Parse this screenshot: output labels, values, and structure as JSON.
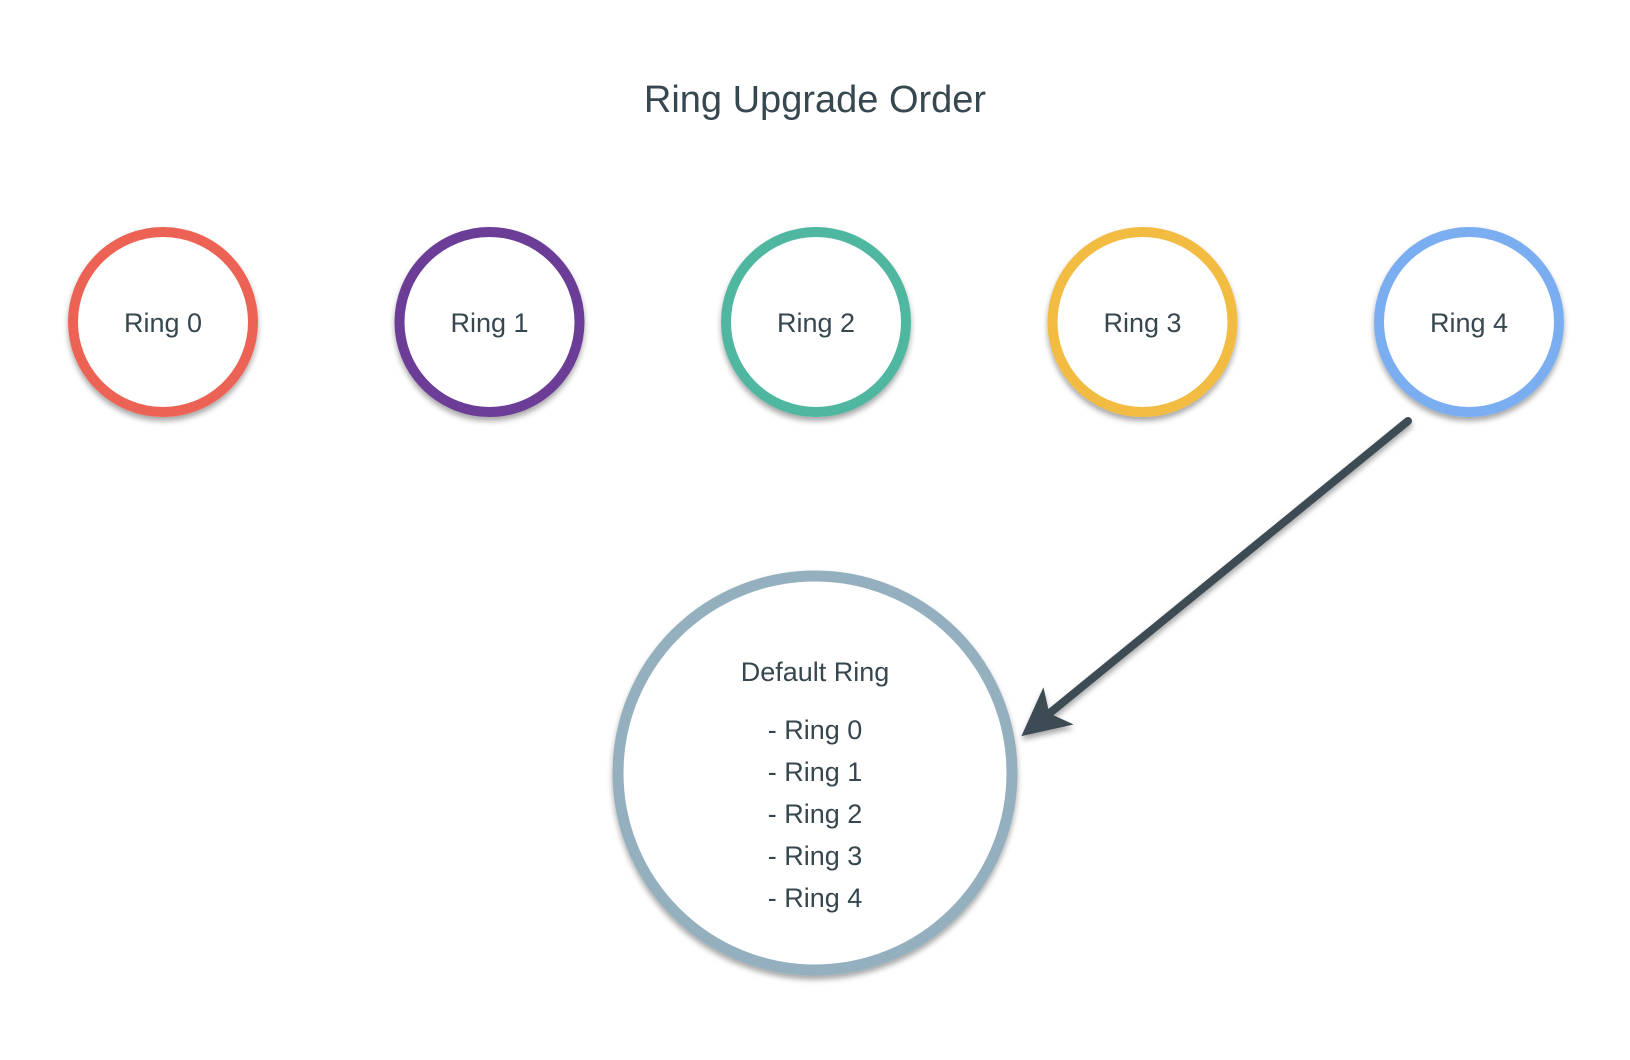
{
  "diagram": {
    "title": "Ring Upgrade Order",
    "connector_color": "#3d4b55",
    "text_color": "#37474f",
    "nodes": [
      {
        "id": "ring0",
        "label": "Ring 0",
        "color": "#ec6354"
      },
      {
        "id": "ring1",
        "label": "Ring 1",
        "color": "#6c3d96"
      },
      {
        "id": "ring2",
        "label": "Ring 2",
        "color": "#4fb7a0"
      },
      {
        "id": "ring3",
        "label": "Ring 3",
        "color": "#f2bb42"
      },
      {
        "id": "ring4",
        "label": "Ring 4",
        "color": "#7aaef0"
      }
    ],
    "edges": [
      {
        "from": "ring0",
        "to": "ring1"
      },
      {
        "from": "ring1",
        "to": "ring2"
      },
      {
        "from": "ring2",
        "to": "ring3"
      },
      {
        "from": "ring3",
        "to": "ring4"
      },
      {
        "from": "ring4",
        "to": "default"
      }
    ],
    "default_ring": {
      "id": "default",
      "title": "Default Ring",
      "color": "#94b0bf",
      "items": [
        "- Ring 0",
        "- Ring 1",
        "- Ring 2",
        "- Ring 3",
        "- Ring 4"
      ]
    }
  }
}
